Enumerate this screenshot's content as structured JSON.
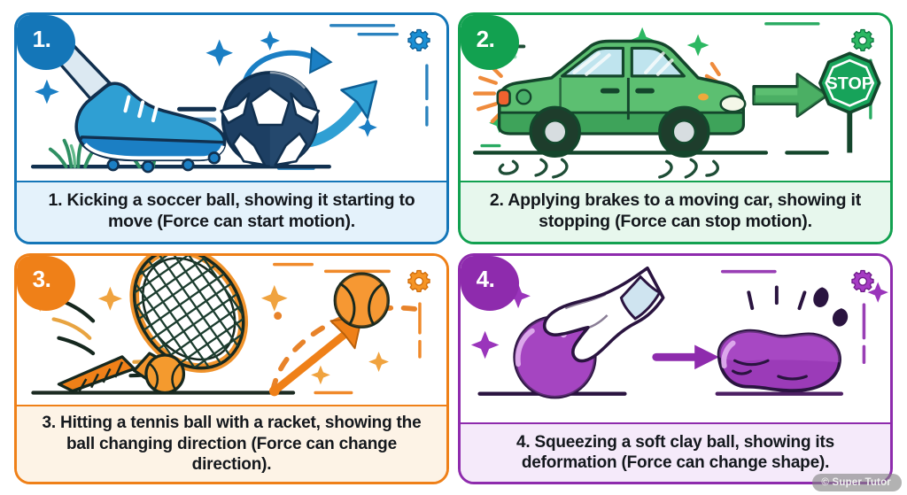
{
  "page": {
    "watermark": "© Super Tutor"
  },
  "cards": [
    {
      "number": "1.",
      "accent": "#1476b8",
      "caption_bg": "#e4f2fb",
      "caption": "1. Kicking a soccer ball, showing it starting to move (Force can start motion).",
      "gear_icon": "gear-icon",
      "scene": "soccer-kick-illustration",
      "elements": [
        "soccer-cleat",
        "soccer-ball",
        "motion-arrow",
        "spin-arrow",
        "grass",
        "speed-lines",
        "sparkles"
      ]
    },
    {
      "number": "2.",
      "accent": "#12a150",
      "caption_bg": "#e7f7ed",
      "caption": "2. Applying brakes to a moving car, showing it stopping (Force can stop motion).",
      "gear_icon": "gear-icon",
      "scene": "car-braking-illustration",
      "elements": [
        "green-car",
        "stop-sign",
        "block-arrow",
        "brake-rays",
        "skid-squiggles",
        "sparkles"
      ]
    },
    {
      "number": "3.",
      "accent": "#ef8018",
      "caption_bg": "#fdf3e6",
      "caption": "3. Hitting a tennis ball with a racket, showing the ball changing direction (Force can change direction).",
      "gear_icon": "gear-icon",
      "scene": "tennis-racket-illustration",
      "elements": [
        "tennis-racket",
        "tennis-ball-contact",
        "tennis-ball-flying",
        "dashed-trajectory",
        "direction-arrow",
        "sparkles"
      ]
    },
    {
      "number": "4.",
      "accent": "#8e2bad",
      "caption_bg": "#f5eafa",
      "caption": "4. Squeezing a soft clay ball, showing its deformation (Force can change shape).",
      "gear_icon": "gear-icon",
      "scene": "clay-squeeze-illustration",
      "elements": [
        "hand",
        "clay-sphere",
        "transform-arrow",
        "deformed-blob",
        "impact-lines",
        "sparkles"
      ]
    }
  ],
  "stop_sign": {
    "label": "STOP"
  }
}
